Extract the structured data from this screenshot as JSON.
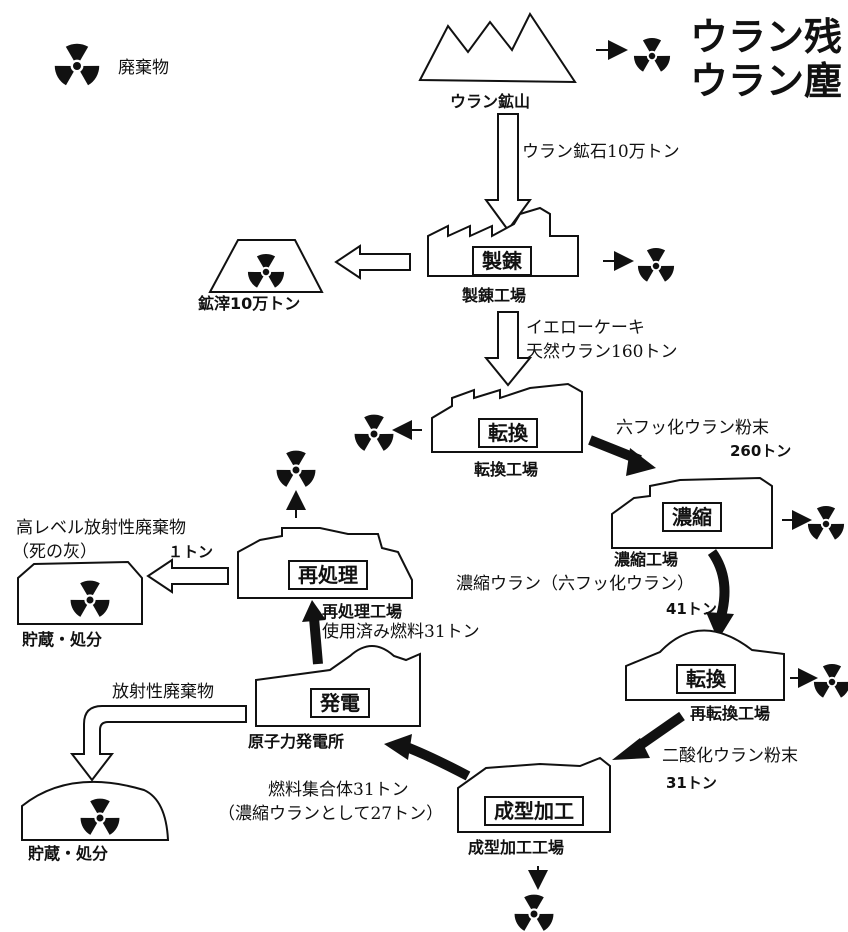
{
  "title": {
    "line1": "ウラン残",
    "line2": "ウラン塵"
  },
  "legend": {
    "label": "廃棄物",
    "icon": "radiation-trefoil-icon"
  },
  "facilities": {
    "mine": {
      "name": "ウラン鉱山"
    },
    "refinery": {
      "tag": "製錬",
      "name": "製錬工場"
    },
    "slag": {
      "name": "鉱滓10万トン"
    },
    "conversion": {
      "tag": "転換",
      "name": "転換工場"
    },
    "enrichment": {
      "tag": "濃縮",
      "name": "濃縮工場"
    },
    "reconversion": {
      "tag": "転換",
      "name": "再転換工場"
    },
    "fabrication": {
      "tag": "成型加工",
      "name": "成型加工工場"
    },
    "power_plant": {
      "tag": "発電",
      "name": "原子力発電所"
    },
    "reprocessing": {
      "tag": "再処理",
      "name": "再処理工場"
    },
    "storage_hlw": {
      "name": "貯蔵・処分"
    },
    "storage_rw": {
      "name": "貯蔵・処分"
    }
  },
  "flows": {
    "ore": "ウラン鉱石10万トン",
    "yellowcake_1": "イエローケーキ",
    "yellowcake_2": "天然ウラン160トン",
    "uf6_1": "六フッ化ウラン粉末",
    "uf6_2": "260トン",
    "enriched_1": "濃縮ウラン（六フッ化ウラン）",
    "enriched_2": "41トン",
    "uo2_1": "二酸化ウラン粉末",
    "uo2_2": "31トン",
    "fuel_1": "燃料集合体31トン",
    "fuel_2": "（濃縮ウランとして27トン）",
    "spent_fuel": "使用済み燃料31トン",
    "hlw_1": "高レベル放射性廃棄物",
    "hlw_2": "（死の灰）",
    "hlw_3": "１トン",
    "rw": "放射性廃棄物"
  }
}
